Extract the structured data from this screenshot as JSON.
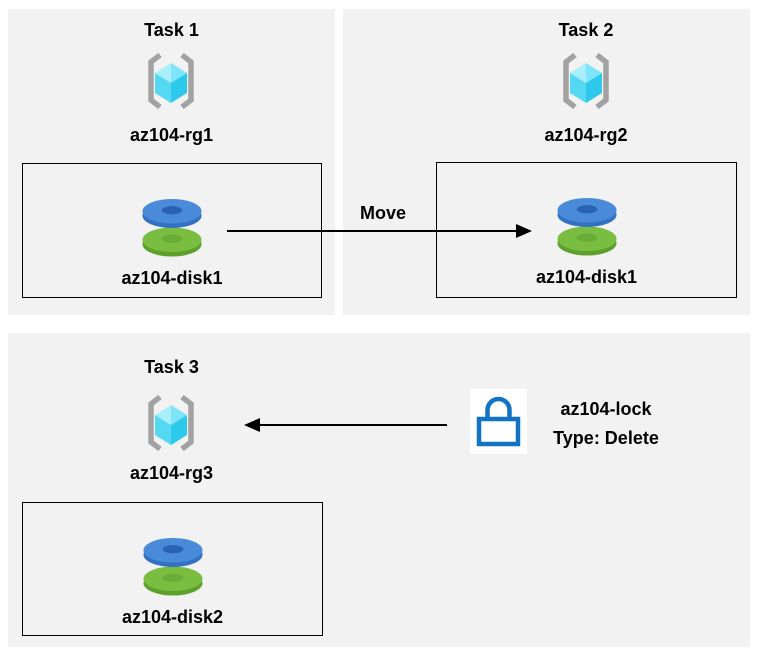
{
  "colors": {
    "page_bg": "#ffffff",
    "panel_bg": "#f2f2f2",
    "box_border": "#000000",
    "arrow": "#000000",
    "text": "#000000",
    "bracket_gray": "#a2a2a2",
    "cube_top_left": "#a9eefb",
    "cube_top_right": "#7ee4f7",
    "cube_left": "#55d9f2",
    "cube_right": "#2cc9ec",
    "disk_blue_top": "#4a8bd9",
    "disk_blue_side": "#3270c4",
    "disk_blue_hole": "#2a63b3",
    "disk_green_top": "#79be41",
    "disk_green_side": "#5da02c",
    "disk_green_hole": "#6aad36",
    "lock_blue": "#1173c4",
    "lock_bg": "#ffffff"
  },
  "icons": {
    "resource_group": "azure-resource-group-icon",
    "disk": "azure-managed-disk-icon",
    "lock": "azure-resource-lock-icon"
  },
  "panels": {
    "task1": {
      "title": "Task 1",
      "resource_group": "az104-rg1",
      "disk": "az104-disk1"
    },
    "task2": {
      "title": "Task 2",
      "resource_group": "az104-rg2",
      "disk": "az104-disk1"
    },
    "task3": {
      "title": "Task 3",
      "resource_group": "az104-rg3",
      "disk": "az104-disk2"
    }
  },
  "annotations": {
    "move_label": "Move",
    "lock_name": "az104-lock",
    "lock_type": "Type: Delete"
  }
}
